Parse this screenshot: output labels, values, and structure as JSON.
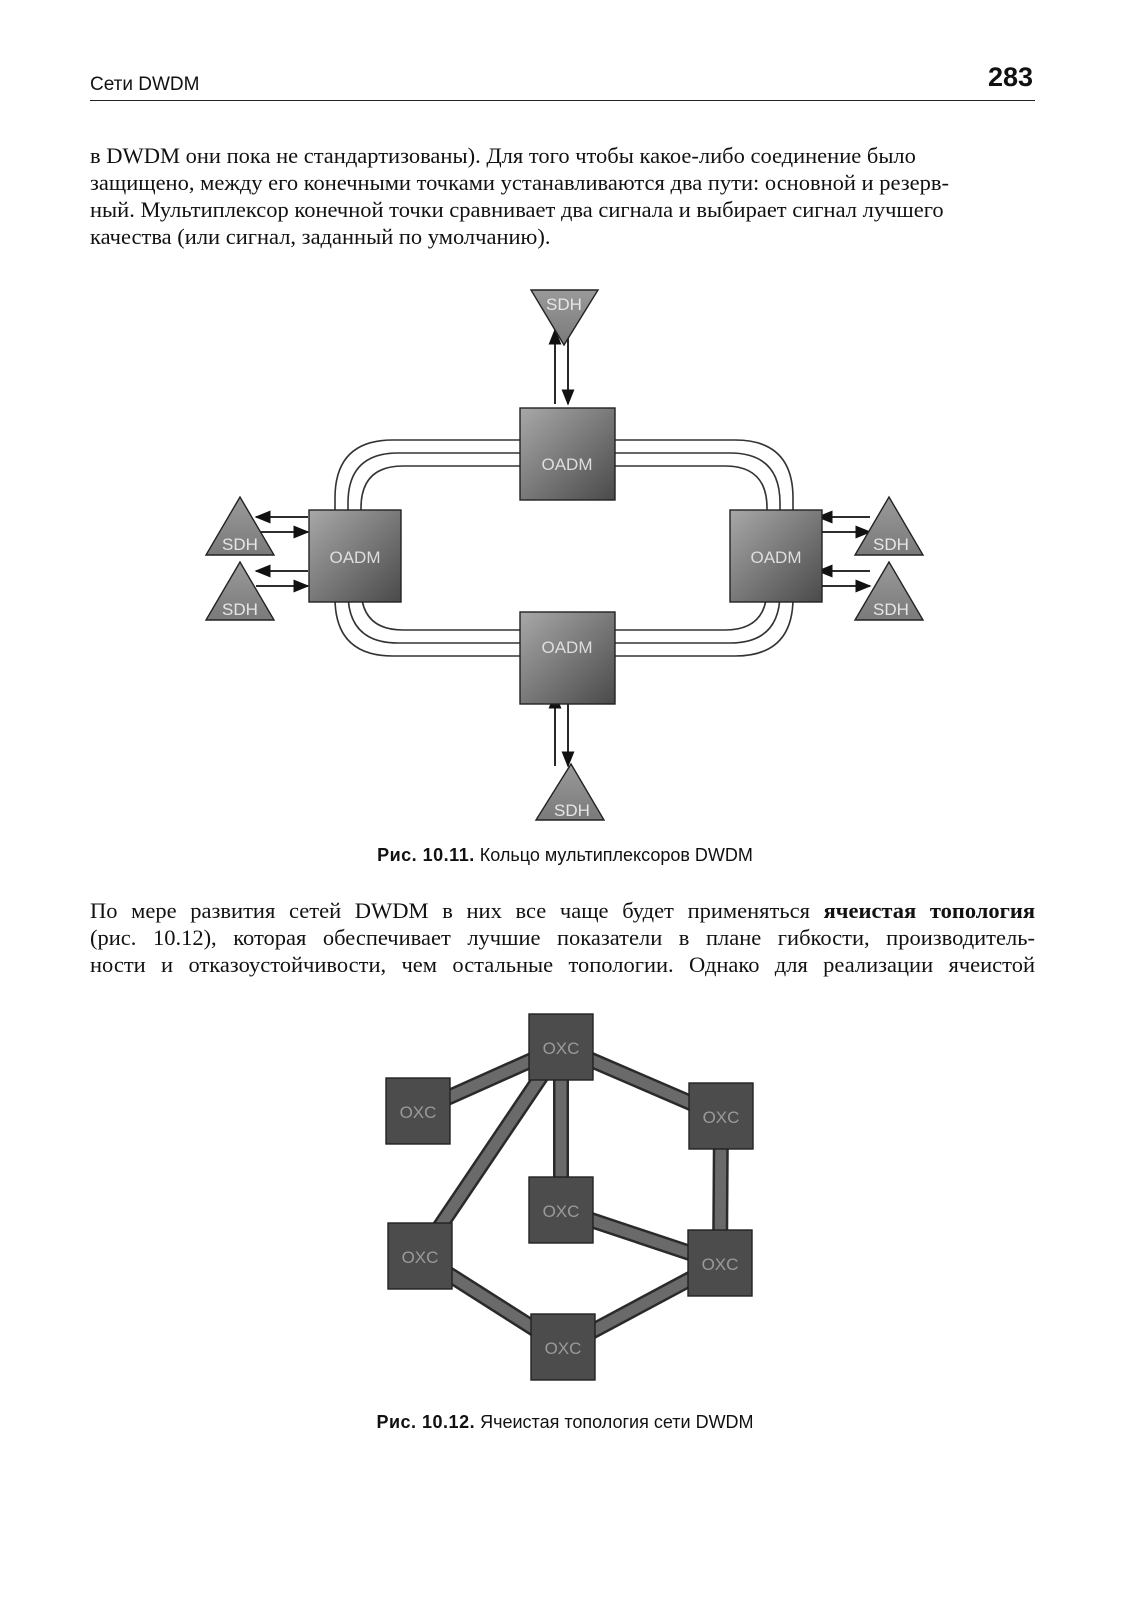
{
  "header": {
    "running_title": "Сети DWDM",
    "page_number": "283"
  },
  "paragraph1": {
    "lines": [
      "в DWDM они пока не стандартизованы). Для того чтобы какое-либо соединение было",
      "защищено, между его конечными точками устанавливаются два пути: основной и резерв-",
      "ный. Мультиплексор конечной точки сравнивает два сигнала и выбирает сигнал лучшего",
      "качества (или сигнал, заданный по умолчанию)."
    ]
  },
  "figure1": {
    "caption_label": "Рис. 10.11.",
    "caption_text": "Кольцо мультиплексоров DWDM",
    "mux_label": "OADM",
    "terminal_label": "SDH"
  },
  "paragraph2": {
    "line1_before": "По мере развития сетей DWDM в них все чаще будет применяться ",
    "line1_bold": "ячеистая топология",
    "line2": "(рис. 10.12), которая обеспечивает лучшие показатели в плане гибкости, производитель-",
    "line3": "ности и отказоустойчивости, чем остальные топологии. Однако для реализации ячеистой"
  },
  "figure2": {
    "caption_label": "Рис. 10.12.",
    "caption_text": "Ячеистая топология сети DWDM",
    "node_label": "OXC"
  }
}
